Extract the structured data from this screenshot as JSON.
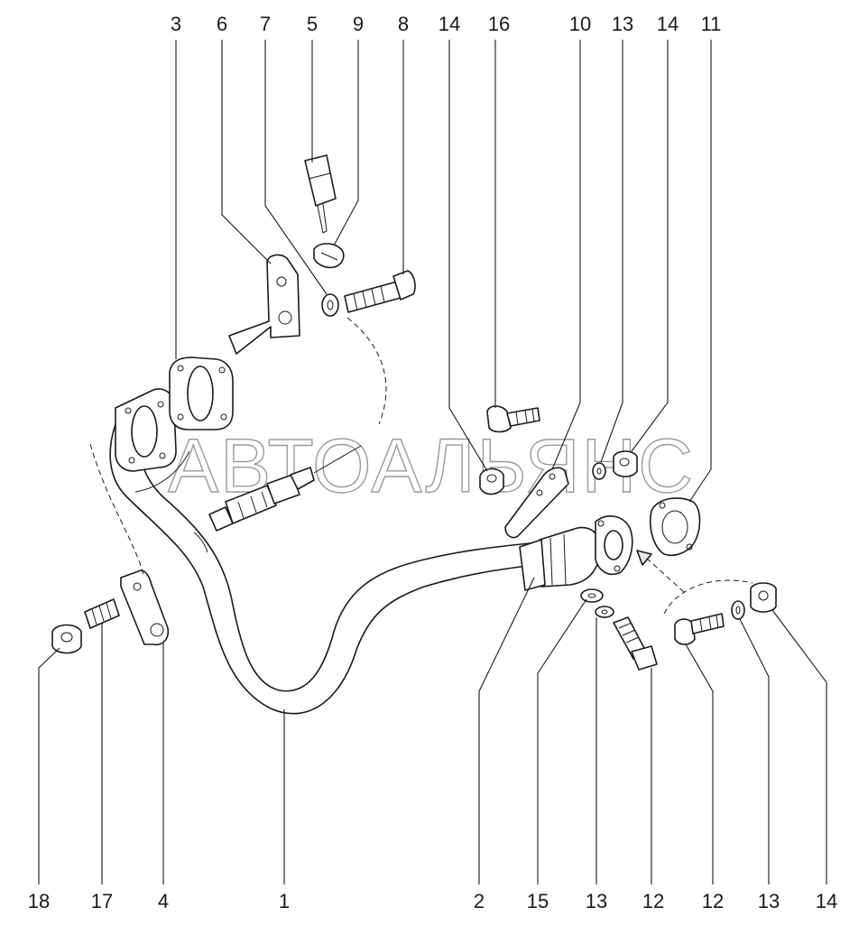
{
  "watermark": "АВТОАЛЬЯНС",
  "top_labels": [
    "3",
    "6",
    "7",
    "5",
    "9",
    "8",
    "14",
    "16",
    "10",
    "13",
    "14",
    "11"
  ],
  "bottom_labels": [
    "18",
    "17",
    "4",
    "1",
    "2",
    "15",
    "13",
    "12",
    "12",
    "13",
    "14"
  ]
}
